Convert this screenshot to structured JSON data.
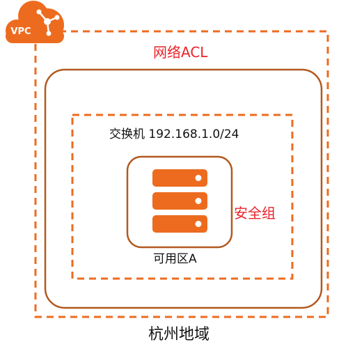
{
  "vpc": {
    "badge_label": "VPC"
  },
  "network_acl": {
    "label": "网络ACL"
  },
  "vswitch": {
    "label": "交换机 192.168.1.0/24"
  },
  "security_group": {
    "label": "安全组"
  },
  "zone": {
    "label": "可用区A"
  },
  "region": {
    "label": "杭州地域"
  },
  "colors": {
    "orange": "#ed6b1f",
    "border_brown": "#b2591f",
    "red_text": "#e8232a",
    "text": "#111111"
  },
  "icons": {
    "vpc": "cloud-network-icon",
    "server": "server-stack-icon"
  }
}
